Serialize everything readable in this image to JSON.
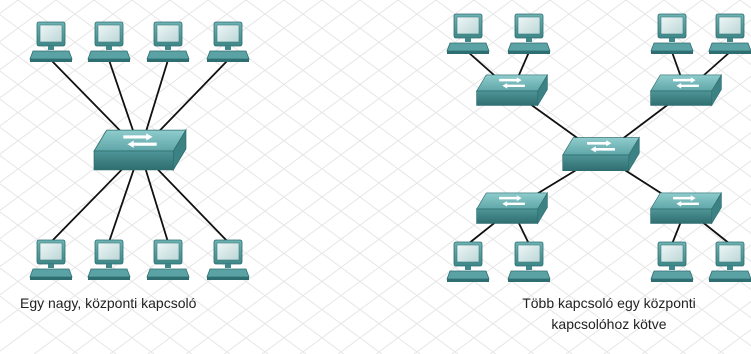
{
  "diagram": {
    "left": {
      "caption": "Egy nagy, központi kapcsoló",
      "topology": "star",
      "switch_count": 1,
      "computer_count": 8
    },
    "right": {
      "caption_lines": [
        "Több kapcsoló egy központi",
        "kapcsolóhoz kötve"
      ],
      "topology": "hierarchical-star",
      "switch_count": 5,
      "computer_count": 8
    },
    "colors": {
      "computer": "#4f9a9b",
      "computer_screen": "#dbe9ea",
      "switch": "#5aa2a4",
      "switch_top": "#7cbcbd",
      "cable": "#111111",
      "grid": "#e3e3e3"
    }
  }
}
